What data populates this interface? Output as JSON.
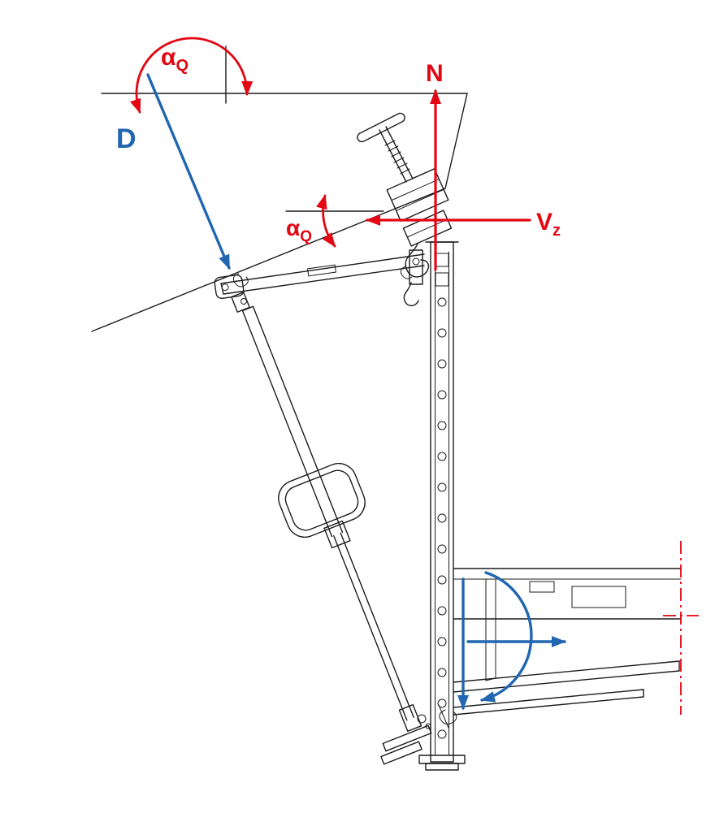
{
  "diagram": {
    "description": "Technical line drawing of a slab-edge clamp with vertical post, diagonal telescopic prop and slab formwork, annotated with force vectors and angle arcs",
    "colors": {
      "force_red": "#e30613",
      "force_blue": "#2166b0",
      "drawing_black": "#1c1c1c",
      "background": "#ffffff"
    },
    "labels": {
      "angle_top": {
        "base": "α",
        "sub": "Q"
      },
      "angle_mid": {
        "base": "α",
        "sub": "Q"
      },
      "force_d": "D",
      "force_n": "N",
      "force_vz": {
        "base": "V",
        "sub": "z"
      }
    },
    "annotations": [
      {
        "id": "force-d",
        "label": "D",
        "color": "blue",
        "type": "arrow",
        "direction": "down-right, perpendicular to slope"
      },
      {
        "id": "angle-top",
        "label": "αQ",
        "color": "red",
        "type": "angle-arc",
        "between": "vertical reference and load direction D"
      },
      {
        "id": "force-n",
        "label": "N",
        "color": "red",
        "type": "arrow",
        "direction": "up"
      },
      {
        "id": "force-vz",
        "label": "Vz",
        "color": "red",
        "type": "arrow",
        "direction": "left"
      },
      {
        "id": "angle-mid",
        "label": "αQ",
        "color": "red",
        "type": "angle-arc",
        "between": "horizontal reference and slope line"
      },
      {
        "id": "moment-arc",
        "color": "blue",
        "type": "arc",
        "direction": "clockwise"
      },
      {
        "id": "force-down",
        "color": "blue",
        "type": "arrow",
        "direction": "down"
      },
      {
        "id": "force-right",
        "color": "blue",
        "type": "arrow",
        "direction": "right"
      },
      {
        "id": "reference-axis",
        "color": "red",
        "type": "dash-dot-axis"
      }
    ]
  }
}
